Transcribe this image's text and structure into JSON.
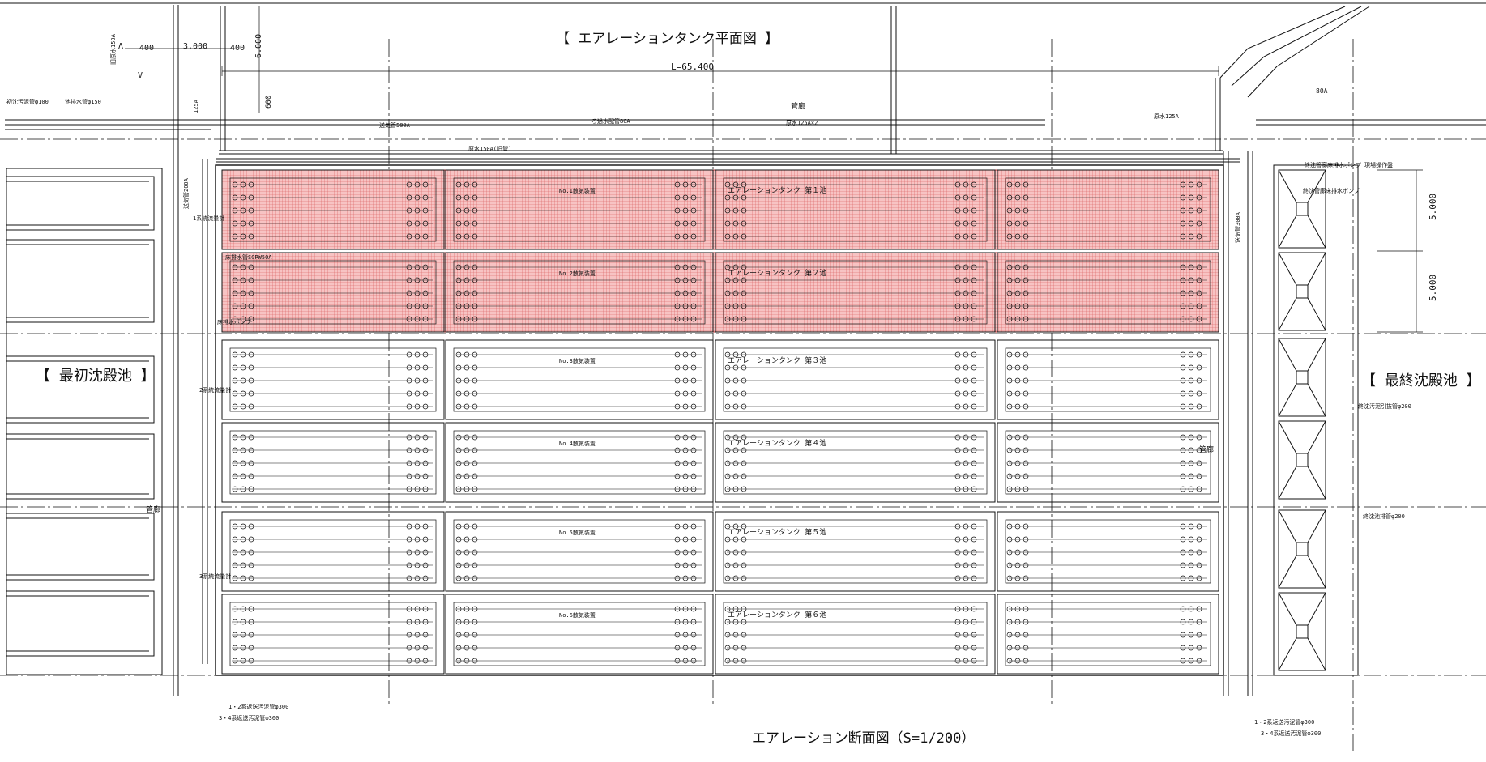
{
  "titles": {
    "plan": "【 エアレーションタンク平面図 】",
    "section": "エアレーション断面図（S=1/200）",
    "primary_tank": "【 最初沈殿池 】",
    "final_tank": "【 最終沈殿池 】"
  },
  "dimensions": {
    "total_length": "L=65.400",
    "d_400_a": "400",
    "d_3000": "3.000",
    "d_400_b": "400",
    "d_6000": "6.000",
    "d_600": "600",
    "d_5000_a": "5.000",
    "d_5000_b": "5.000"
  },
  "labels": {
    "corridor_top": "管廊",
    "corridor_left": "管廊",
    "corridor_right": "管廊",
    "pipe_150a": "旧原水150A",
    "pipe_125a_v": "125A",
    "first_sludge": "初沈汚泥管φ100",
    "drain_pipe": "池排水管φ150",
    "air_pipe": "送気管500A",
    "filtered_water": "ろ過水配管80A",
    "raw_water_150": "原水150A(旧管)",
    "raw_water_125x2": "原水125A×2",
    "raw_water_125": "原水125A",
    "pipe_80a": "80A",
    "air_200a": "送気管200A",
    "line1_meter": "1系統流量計",
    "floor_drain": "床排水管SGPW50A",
    "pump_left": "床排水ポンプ",
    "line2_meter": "2系統流量計",
    "line3_meter": "3系統流量計",
    "air_right": "送気管300A",
    "final_pump": "終沈管廊床排水ポンプ",
    "final_pump_panel": "終沈管廊床排水ポンプ 現場操作盤",
    "final_sludge_200": "終沈汚泥引抜管φ200",
    "final_drain_200": "終沈池排管φ200",
    "return_12_left": "1・2系返送汚泥管φ300",
    "return_34_left": "3・4系返送汚泥管φ300",
    "return_12_right": "1・2系返送汚泥管φ300",
    "return_34_right": "3・4系返送汚泥管φ300",
    "sym_a": "Λ",
    "sym_v": "V"
  },
  "tanks": [
    {
      "name": "エアレーションタンク 第１池",
      "device": "No.1散気装置",
      "highlight": true
    },
    {
      "name": "エアレーションタンク 第２池",
      "device": "No.2散気装置",
      "highlight": true
    },
    {
      "name": "エアレーションタンク 第３池",
      "device": "No.3散気装置",
      "highlight": false
    },
    {
      "name": "エアレーションタンク 第４池",
      "device": "No.4散気装置",
      "highlight": false
    },
    {
      "name": "エアレーションタンク 第５池",
      "device": "No.5散気装置",
      "highlight": false
    },
    {
      "name": "エアレーションタンク 第６池",
      "device": "No.6散気装置",
      "highlight": false
    }
  ],
  "colors": {
    "line": "#111111",
    "highlight_fill": "#f2a8a8",
    "highlight_stroke": "#c62828"
  }
}
